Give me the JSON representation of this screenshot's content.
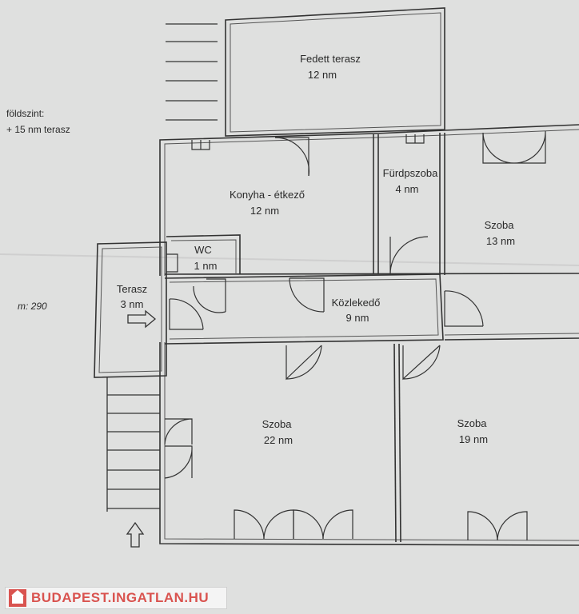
{
  "notes": {
    "floor_level": "földszint:",
    "terrace_extra": "+ 15 nm terasz",
    "m_value": "m: 290"
  },
  "rooms": {
    "covered_terrace": {
      "name": "Fedett terasz",
      "area": "12 nm"
    },
    "kitchen": {
      "name": "Konyha - étkező",
      "area": "12 nm"
    },
    "bathroom": {
      "name": "Fürdpszoba",
      "area": "4 nm"
    },
    "room_13": {
      "name": "Szoba",
      "area": "13 nm"
    },
    "wc": {
      "name": "WC",
      "area": "1 nm"
    },
    "terrace": {
      "name": "Terasz",
      "area": "3 nm"
    },
    "hallway": {
      "name": "Közlekedő",
      "area": "9 nm"
    },
    "room_22": {
      "name": "Szoba",
      "area": "22 nm"
    },
    "room_19": {
      "name": "Szoba",
      "area": "19 nm"
    }
  },
  "watermark": {
    "text": "BUDAPEST.INGATLAN.HU",
    "color": "#d9534f"
  }
}
